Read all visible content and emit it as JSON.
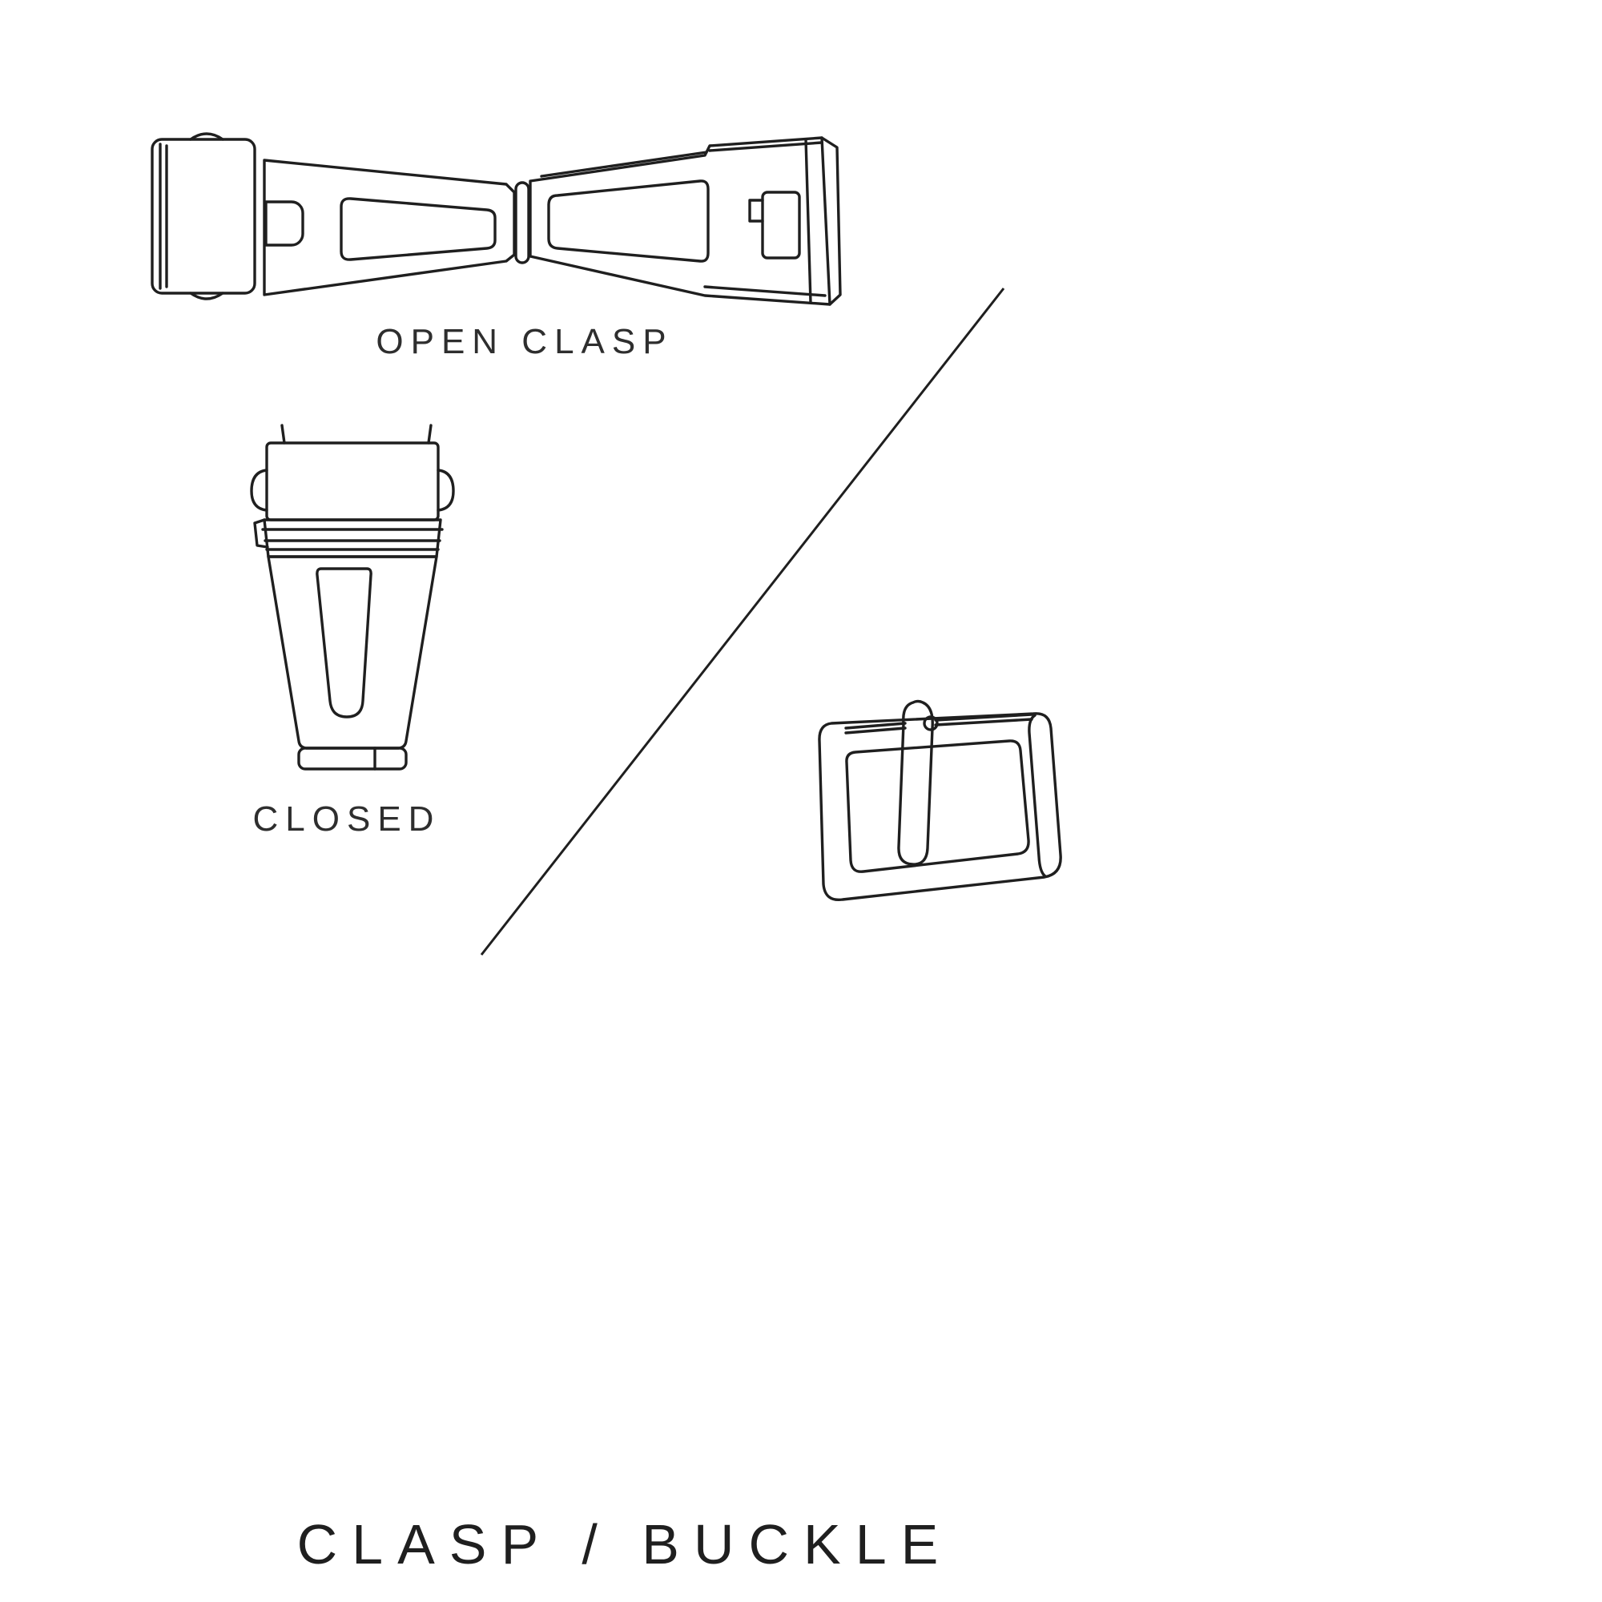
{
  "title": {
    "text": "CLASP / BUCKLE"
  },
  "figures": {
    "open_clasp": {
      "label": "OPEN CLASP"
    },
    "closed_clasp": {
      "label": "CLOSED"
    },
    "pin_buckle": {
      "label": ""
    }
  },
  "colors": {
    "line": "#1f1f1f",
    "text": "#2e2e2e",
    "background": "#ffffff"
  }
}
